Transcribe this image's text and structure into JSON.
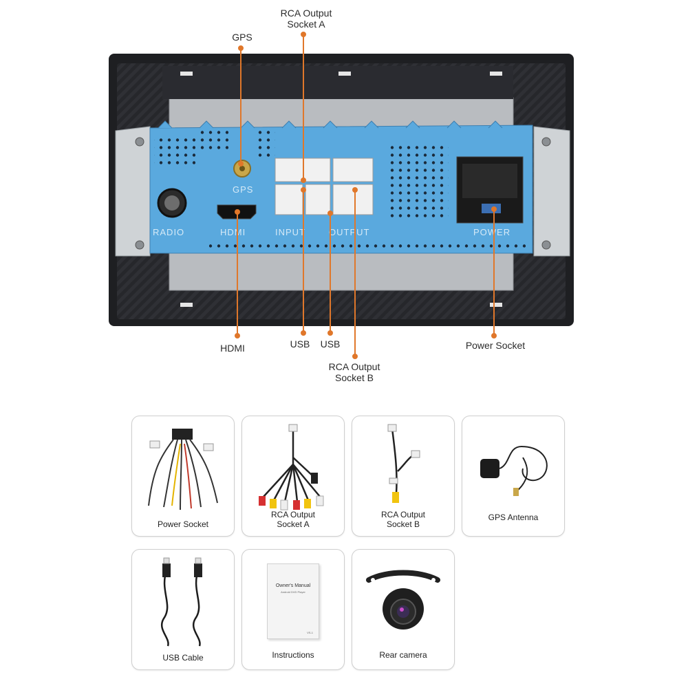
{
  "diagram": {
    "callouts": {
      "gps": "GPS",
      "rca_a": [
        "RCA Output",
        "Socket A"
      ],
      "hdmi": "HDMI",
      "usb1": "USB",
      "usb2": "USB",
      "rca_b": [
        "RCA Output",
        "Socket B"
      ],
      "power": "Power Socket"
    },
    "panel_labels": {
      "radio": "RADIO",
      "gps": "GPS",
      "hdmi": "HDMI",
      "input": "INPUT",
      "output": "OUTPUT",
      "power": "POWER"
    },
    "colors": {
      "accent": "#e0772a",
      "plate": "#5aa9de",
      "frame": "#1e1f22"
    }
  },
  "accessories": [
    {
      "label": [
        "Power Socket"
      ],
      "icon": "wiring-harness-icon"
    },
    {
      "label": [
        "RCA Output",
        "Socket A"
      ],
      "icon": "rca-cable-icon"
    },
    {
      "label": [
        "RCA Output",
        "Socket B"
      ],
      "icon": "rca-cable-icon"
    },
    {
      "label": [
        "GPS Antenna"
      ],
      "icon": "gps-antenna-icon"
    },
    {
      "label": [
        "USB Cable"
      ],
      "icon": "usb-cable-icon"
    },
    {
      "label": [
        "Instructions"
      ],
      "icon": "manual-icon"
    },
    {
      "label": [
        "Rear camera"
      ],
      "icon": "camera-icon"
    }
  ],
  "manual": {
    "title": "Owner's Manual",
    "subtitle": "Android DVD Player",
    "code": "VS-1"
  }
}
